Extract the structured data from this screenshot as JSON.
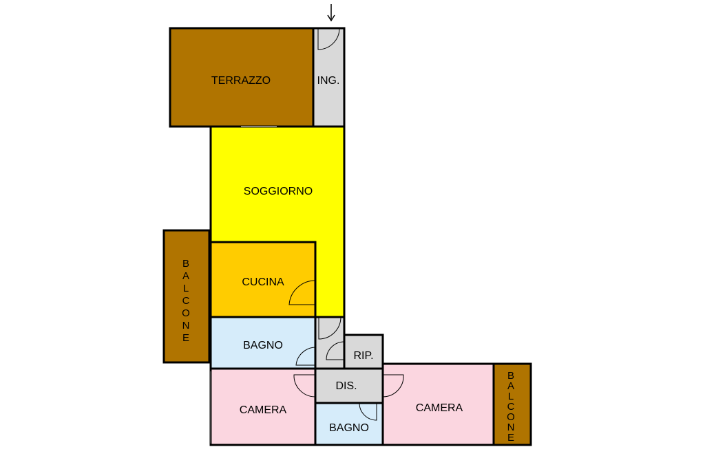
{
  "colors": {
    "terrace": "#b07400",
    "living": "#ffff00",
    "kitchen": "#ffcc00",
    "bath": "#d6ecfa",
    "bedroom": "#fbd6e0",
    "service": "#d9d9d9",
    "wall": "#000000"
  },
  "rooms": {
    "terrazzo": "TERRAZZO",
    "ingresso": "ING.",
    "soggiorno": "SOGGIORNO",
    "cucina": "CUCINA",
    "bagno1": "BAGNO",
    "ripostiglio": "RIP.",
    "disimpegno": "DIS.",
    "camera1": "CAMERA",
    "bagno2": "BAGNO",
    "camera2": "CAMERA"
  },
  "balconies": {
    "left": [
      "B",
      "A",
      "L",
      "C",
      "O",
      "N",
      "E"
    ],
    "right": [
      "B",
      "A",
      "L",
      "C",
      "O",
      "N",
      "E"
    ]
  },
  "entrance_marker": "arrow-down-icon"
}
